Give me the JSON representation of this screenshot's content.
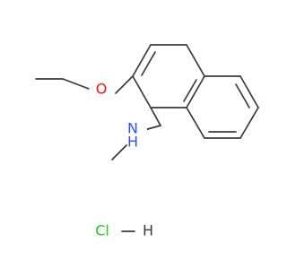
{
  "molecule": {
    "atoms": {
      "oxygen": {
        "symbol": "O",
        "color": "#ff0d0d"
      },
      "nitrogen": {
        "symbol": "N",
        "color": "#3050f8"
      },
      "nitrogen_hydrogen": {
        "symbol": "H",
        "color": "#3050f8"
      }
    },
    "salt": {
      "chloride_symbol": "Cl",
      "chloride_color": "#1ec81e",
      "hydrogen_symbol": "H",
      "hydrogen_color": "#3a3a3a",
      "bond_color": "#3a3a3a"
    },
    "bond_color": "#3a3a3a"
  }
}
